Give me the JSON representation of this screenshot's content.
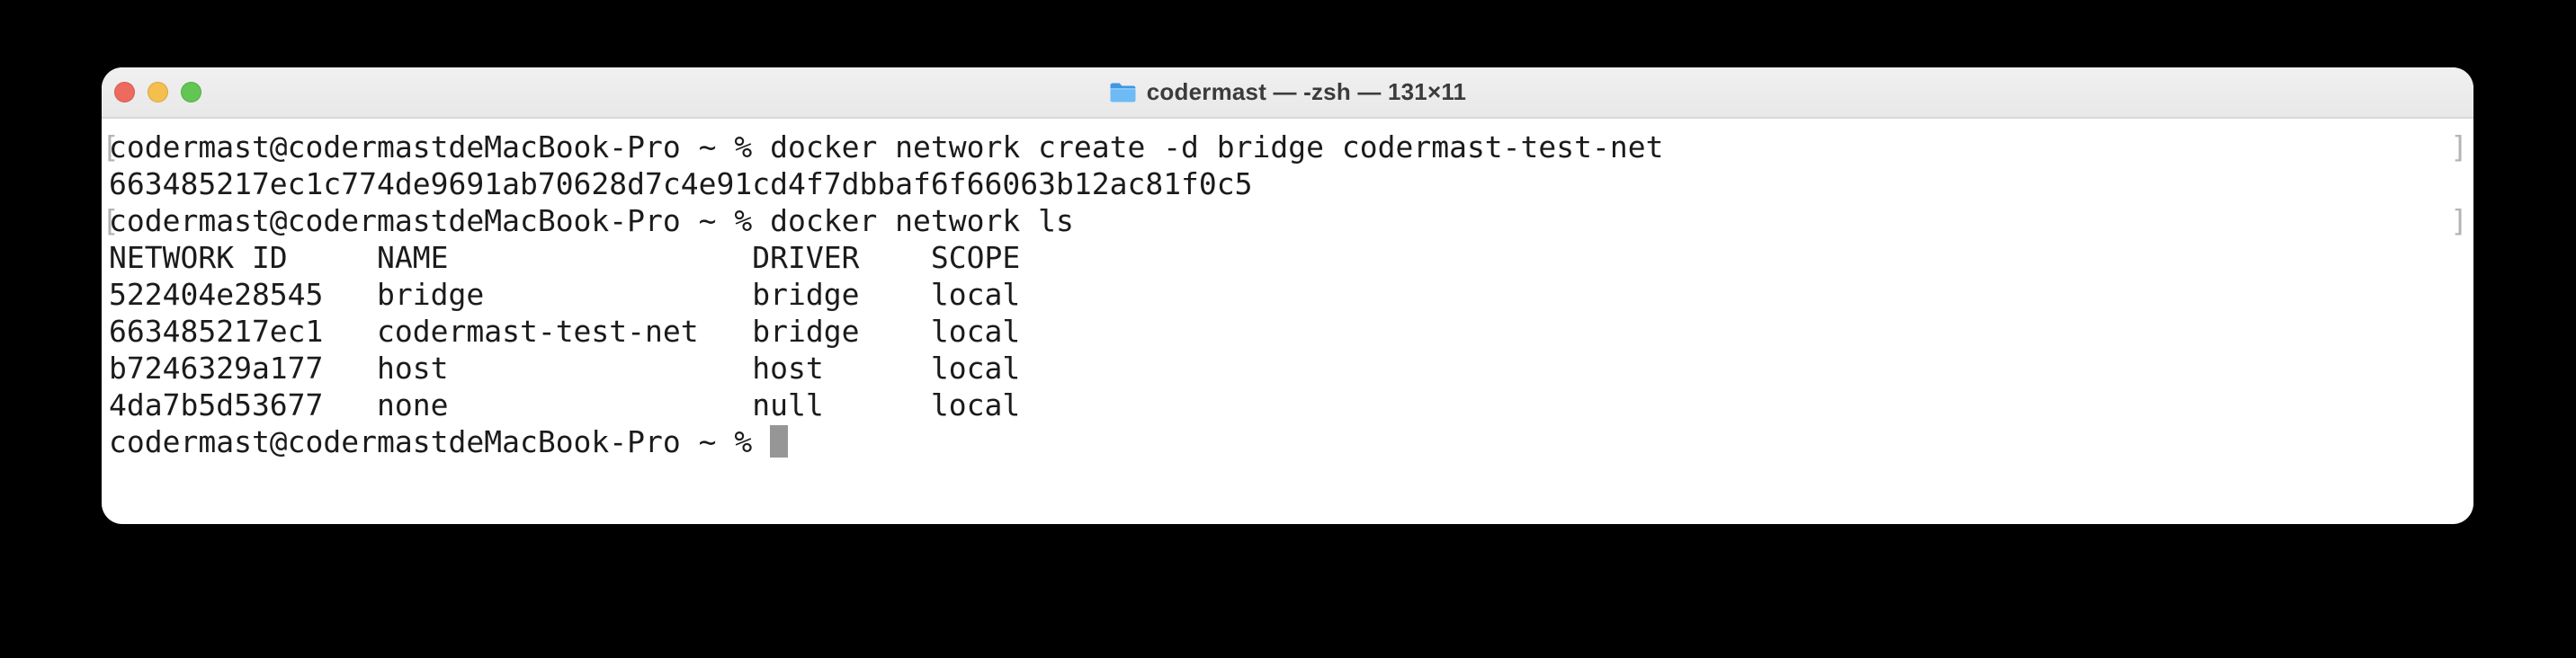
{
  "window": {
    "title": "codermast — -zsh — 131×11",
    "traffic_lights": [
      {
        "name": "close",
        "color": "#ed6a5e"
      },
      {
        "name": "minimize",
        "color": "#f5bf4f"
      },
      {
        "name": "zoom",
        "color": "#62c554"
      }
    ],
    "proxy_icon": "blue-folder-icon"
  },
  "terminal": {
    "marks": {
      "left": "[",
      "right": "]"
    },
    "lines": [
      {
        "text": "codermast@codermastdeMacBook-Pro ~ % docker network create -d bridge codermast-test-net",
        "mark": true,
        "cursor": false
      },
      {
        "text": "663485217ec1c774de9691ab70628d7c4e91cd4f7dbbaf6f66063b12ac81f0c5",
        "mark": false,
        "cursor": false
      },
      {
        "text": "codermast@codermastdeMacBook-Pro ~ % docker network ls",
        "mark": true,
        "cursor": false
      },
      {
        "text": "NETWORK ID     NAME                 DRIVER    SCOPE",
        "mark": false,
        "cursor": false
      },
      {
        "text": "522404e28545   bridge               bridge    local",
        "mark": false,
        "cursor": false
      },
      {
        "text": "663485217ec1   codermast-test-net   bridge    local",
        "mark": false,
        "cursor": false
      },
      {
        "text": "b7246329a177   host                 host      local",
        "mark": false,
        "cursor": false
      },
      {
        "text": "4da7b5d53677   none                 null      local",
        "mark": false,
        "cursor": false
      },
      {
        "text": "codermast@codermastdeMacBook-Pro ~ % ",
        "mark": false,
        "cursor": true
      }
    ]
  },
  "colors": {
    "desktop_bg": "#000000",
    "terminal_bg": "#ffffff",
    "terminal_text": "#1b1b1b",
    "mark": "#b4b4b4",
    "cursor": "#969696",
    "titlebar_top": "#f1f0f1",
    "titlebar_bottom": "#e9e8e9",
    "title_text": "#3b3b3b"
  }
}
